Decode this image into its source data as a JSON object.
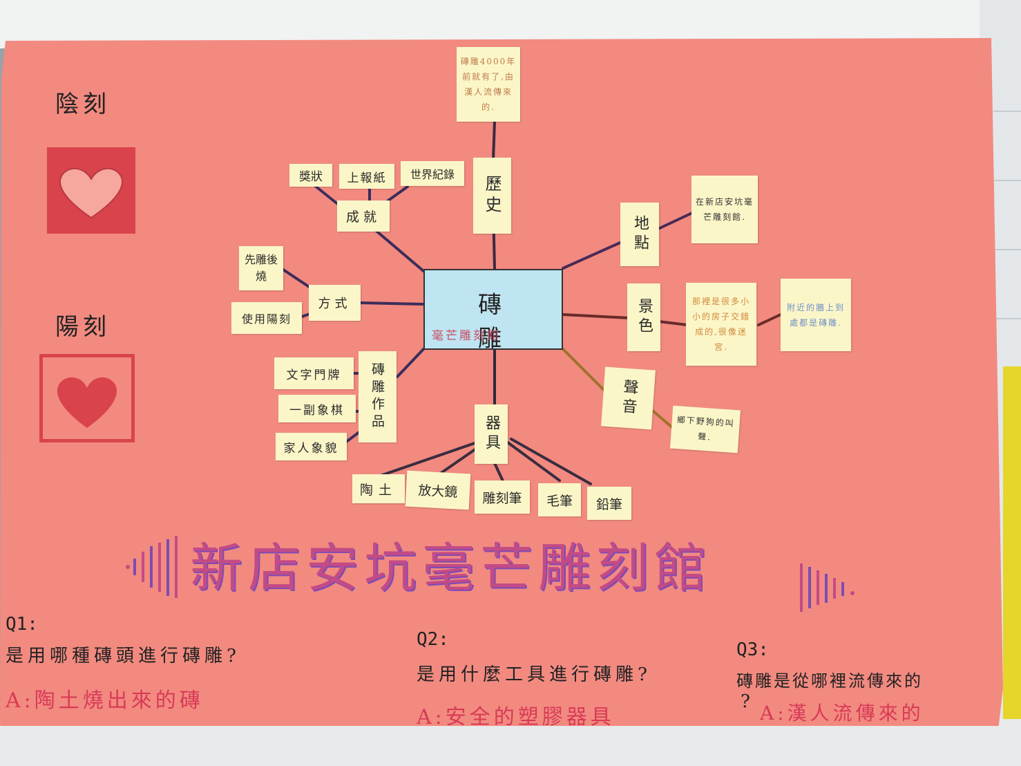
{
  "side": {
    "intaglio_label": "陰刻",
    "relief_label": "陽刻"
  },
  "center": {
    "title": "磚雕",
    "subtitle": "毫芒雕刻館"
  },
  "branches": {
    "history": {
      "label": "歷史",
      "detail": "磚雕4000年前就有了,由漢人流傳來的."
    },
    "location": {
      "label": "地點",
      "detail": "在新店安坑毫芒雕刻館."
    },
    "scenery": {
      "label": "景色",
      "detail": "那裡是很多小小的房子交錯成的,很像迷宮.",
      "detail2": "附近的牆上到處都是磚雕."
    },
    "sound": {
      "label": "聲音",
      "detail": "鄉下野狗的叫聲."
    },
    "tools": {
      "label": "器具",
      "items": [
        "陶土",
        "放大鏡",
        "雕刻筆",
        "毛筆",
        "鉛筆"
      ]
    },
    "works": {
      "label": "磚雕作品",
      "items": [
        "文字門牌",
        "一副象棋",
        "家人象貌"
      ]
    },
    "method": {
      "label": "方式",
      "items": [
        "先雕後燒",
        "使用陽刻"
      ]
    },
    "achievement": {
      "label": "成就",
      "items": [
        "獎狀",
        "上報紙",
        "世界紀錄"
      ]
    }
  },
  "banner": {
    "title": "新店安坑毫芒雕刻館"
  },
  "questions": [
    {
      "label": "Q1:",
      "question": "是用哪種磚頭進行磚雕?",
      "answer": "A:陶土燒出來的磚"
    },
    {
      "label": "Q2:",
      "question": "是用什麼工具進行磚雕?",
      "answer": "A:安全的塑膠器具"
    },
    {
      "label": "Q3:",
      "question": "磚雕是從哪裡流傳來的",
      "question_tail": "?",
      "answer": "A:漢人流傳來的"
    }
  ],
  "colors": {
    "poster": "#f28a80",
    "sticky_note": "#fbf6c8",
    "center_note": "#bfe4f2",
    "heart_red": "#d9434b",
    "title_magenta": "#c24b86",
    "answer_red": "#d83a56"
  }
}
